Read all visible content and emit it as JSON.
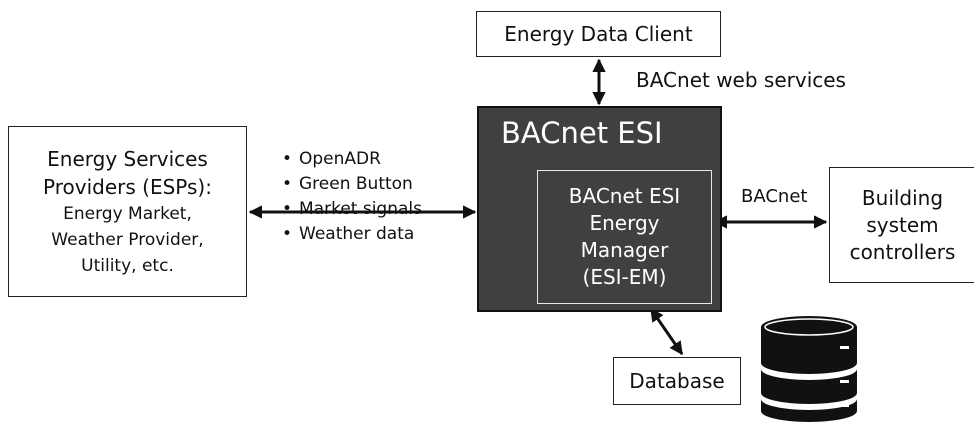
{
  "nodes": {
    "client": "Energy Data Client",
    "esi_title": "BACnet ESI",
    "em_lines": [
      "BACnet ESI",
      "Energy",
      "Manager",
      "(ESI-EM)"
    ],
    "esp_lines": [
      "Energy Services",
      "Providers (ESPs):",
      "Energy Market,",
      "Weather Provider,",
      "Utility, etc."
    ],
    "bsc_lines": [
      "Building",
      "system",
      "controllers"
    ],
    "database": "Database"
  },
  "edges": {
    "client_esi": "BACnet web services",
    "esi_bsc": "BACnet",
    "esp_esi_items": [
      "OpenADR",
      "Green Button",
      "Market signals",
      "Weather data"
    ]
  },
  "icons": {
    "database": "database-server-icon"
  },
  "colors": {
    "esi_fill": "#404040",
    "stroke": "#111111",
    "icon": "#111111"
  }
}
